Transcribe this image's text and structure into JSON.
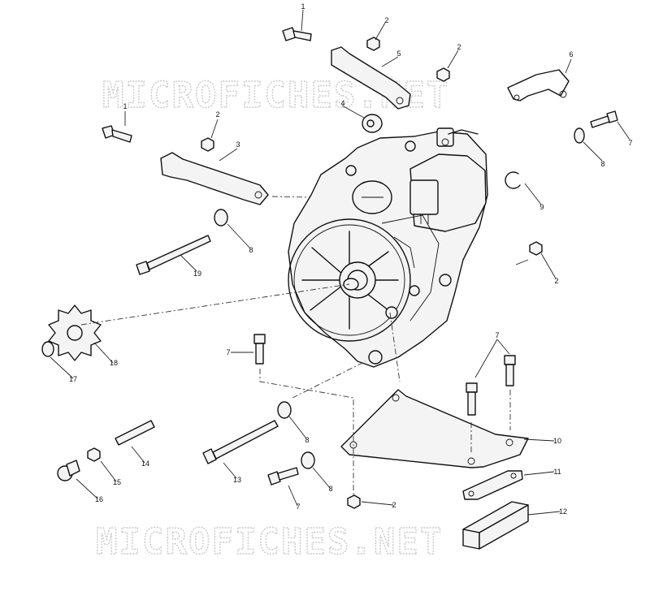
{
  "watermarks": {
    "top": "MICROFICHES.NET",
    "bottom": "MICROFICHES.NET"
  },
  "callouts": {
    "c1a": "1",
    "c1b": "1",
    "c2a": "2",
    "c2b": "2",
    "c2c": "2",
    "c2d": "2",
    "c2e": "2",
    "c3": "3",
    "c4": "4",
    "c5": "5",
    "c6": "6",
    "c7a": "7",
    "c7b": "7",
    "c7c": "7",
    "c7d": "7",
    "c8a": "8",
    "c8b": "8",
    "c8c": "8",
    "c8d": "8",
    "c9": "9",
    "c10": "10",
    "c11": "11",
    "c12": "12",
    "c13": "13",
    "c14": "14",
    "c15": "15",
    "c16": "16",
    "c17": "17",
    "c18": "18",
    "c19": "19"
  }
}
